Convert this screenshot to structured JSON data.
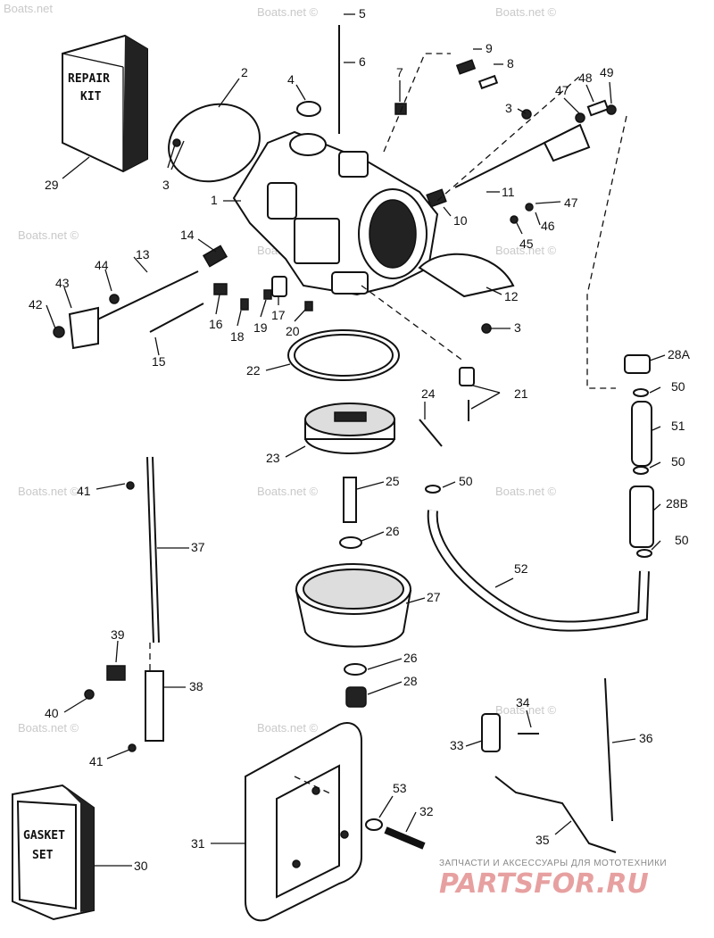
{
  "watermarks": [
    "Boats.net",
    "Boats.net ©",
    "Boats.net ©",
    "Boats.net ©",
    "Boats.net ©",
    "Boats.net ©",
    "Boats.net ©",
    "Boats.net ©",
    "Boats.net ©",
    "Boats.net ©",
    "Boats.net ©",
    "Boats.net ©"
  ],
  "kits": {
    "repair_kit_line1": "REPAIR",
    "repair_kit_line2": "KIT",
    "gasket_set_line1": "GASKET",
    "gasket_set_line2": "SET"
  },
  "callouts": {
    "c1": "1",
    "c2": "2",
    "c3a": "3",
    "c3b": "3",
    "c3c": "3",
    "c4": "4",
    "c5": "5",
    "c6": "6",
    "c7": "7",
    "c8": "8",
    "c9": "9",
    "c10": "10",
    "c11": "11",
    "c12": "12",
    "c13": "13",
    "c14": "14",
    "c15": "15",
    "c16": "16",
    "c17": "17",
    "c18": "18",
    "c19": "19",
    "c20": "20",
    "c21": "21",
    "c22": "22",
    "c23": "23",
    "c24": "24",
    "c25": "25",
    "c26a": "26",
    "c26b": "26",
    "c27": "27",
    "c28": "28",
    "c28a": "28A",
    "c28b": "28B",
    "c29": "29",
    "c30": "30",
    "c31": "31",
    "c32": "32",
    "c33": "33",
    "c34": "34",
    "c35": "35",
    "c36": "36",
    "c37": "37",
    "c38": "38",
    "c39": "39",
    "c40": "40",
    "c41a": "41",
    "c41b": "41",
    "c42": "42",
    "c43": "43",
    "c44": "44",
    "c45": "45",
    "c46": "46",
    "c47a": "47",
    "c47b": "47",
    "c48": "48",
    "c49": "49",
    "c50a": "50",
    "c50b": "50",
    "c50c": "50",
    "c50d": "50",
    "c51": "51",
    "c52": "52",
    "c53": "53"
  },
  "banner": {
    "text": "ЗАПЧАСТИ И АКСЕССУАРЫ ДЛЯ МОТОТЕХНИКИ",
    "brand": "PARTSFOR.RU"
  },
  "colors": {
    "ink": "#111111",
    "watermark": "#c9c9c9",
    "brand": "#e7a0a0"
  }
}
